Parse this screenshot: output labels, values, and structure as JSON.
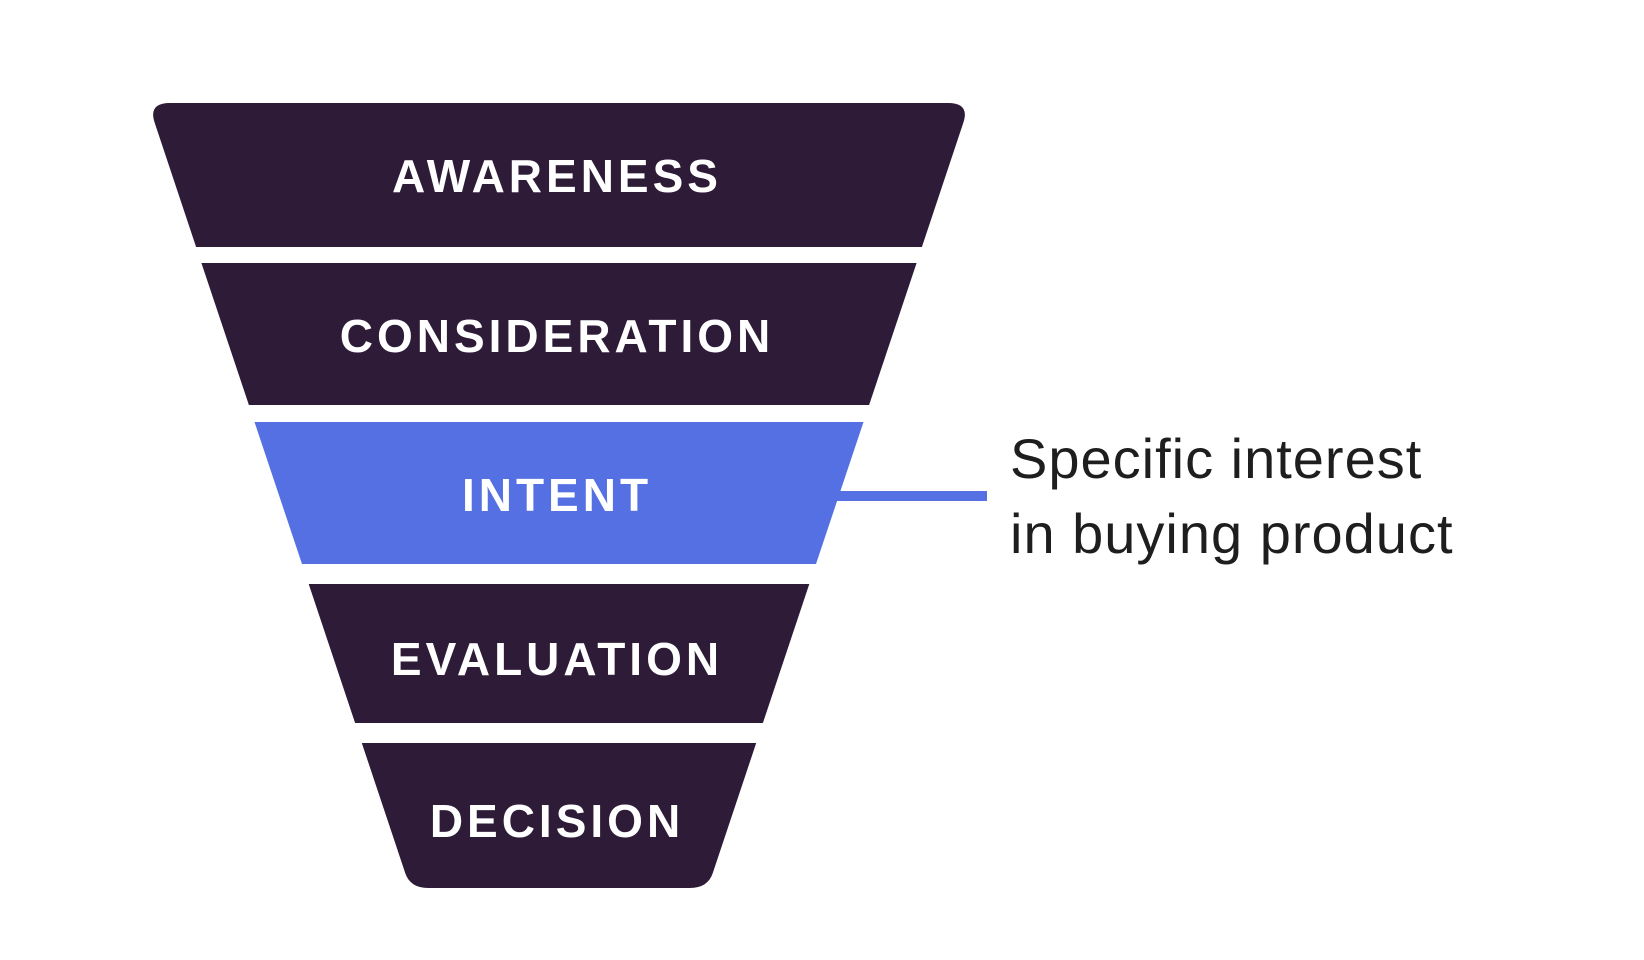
{
  "diagram": {
    "type": "funnel",
    "stages": [
      {
        "label": "AWARENESS",
        "highlighted": false
      },
      {
        "label": "CONSIDERATION",
        "highlighted": false
      },
      {
        "label": "INTENT",
        "highlighted": true
      },
      {
        "label": "EVALUATION",
        "highlighted": false
      },
      {
        "label": "DECISION",
        "highlighted": false
      }
    ],
    "annotation": {
      "points_to": "INTENT",
      "line1": "Specific interest",
      "line2": "in buying product"
    },
    "colors": {
      "stage_default": "#2d1b37",
      "stage_highlight": "#5470e2",
      "stage_label": "#ffffff",
      "connector": "#5470e2",
      "annotation_text": "#1e1e1e",
      "background": "#ffffff"
    }
  }
}
